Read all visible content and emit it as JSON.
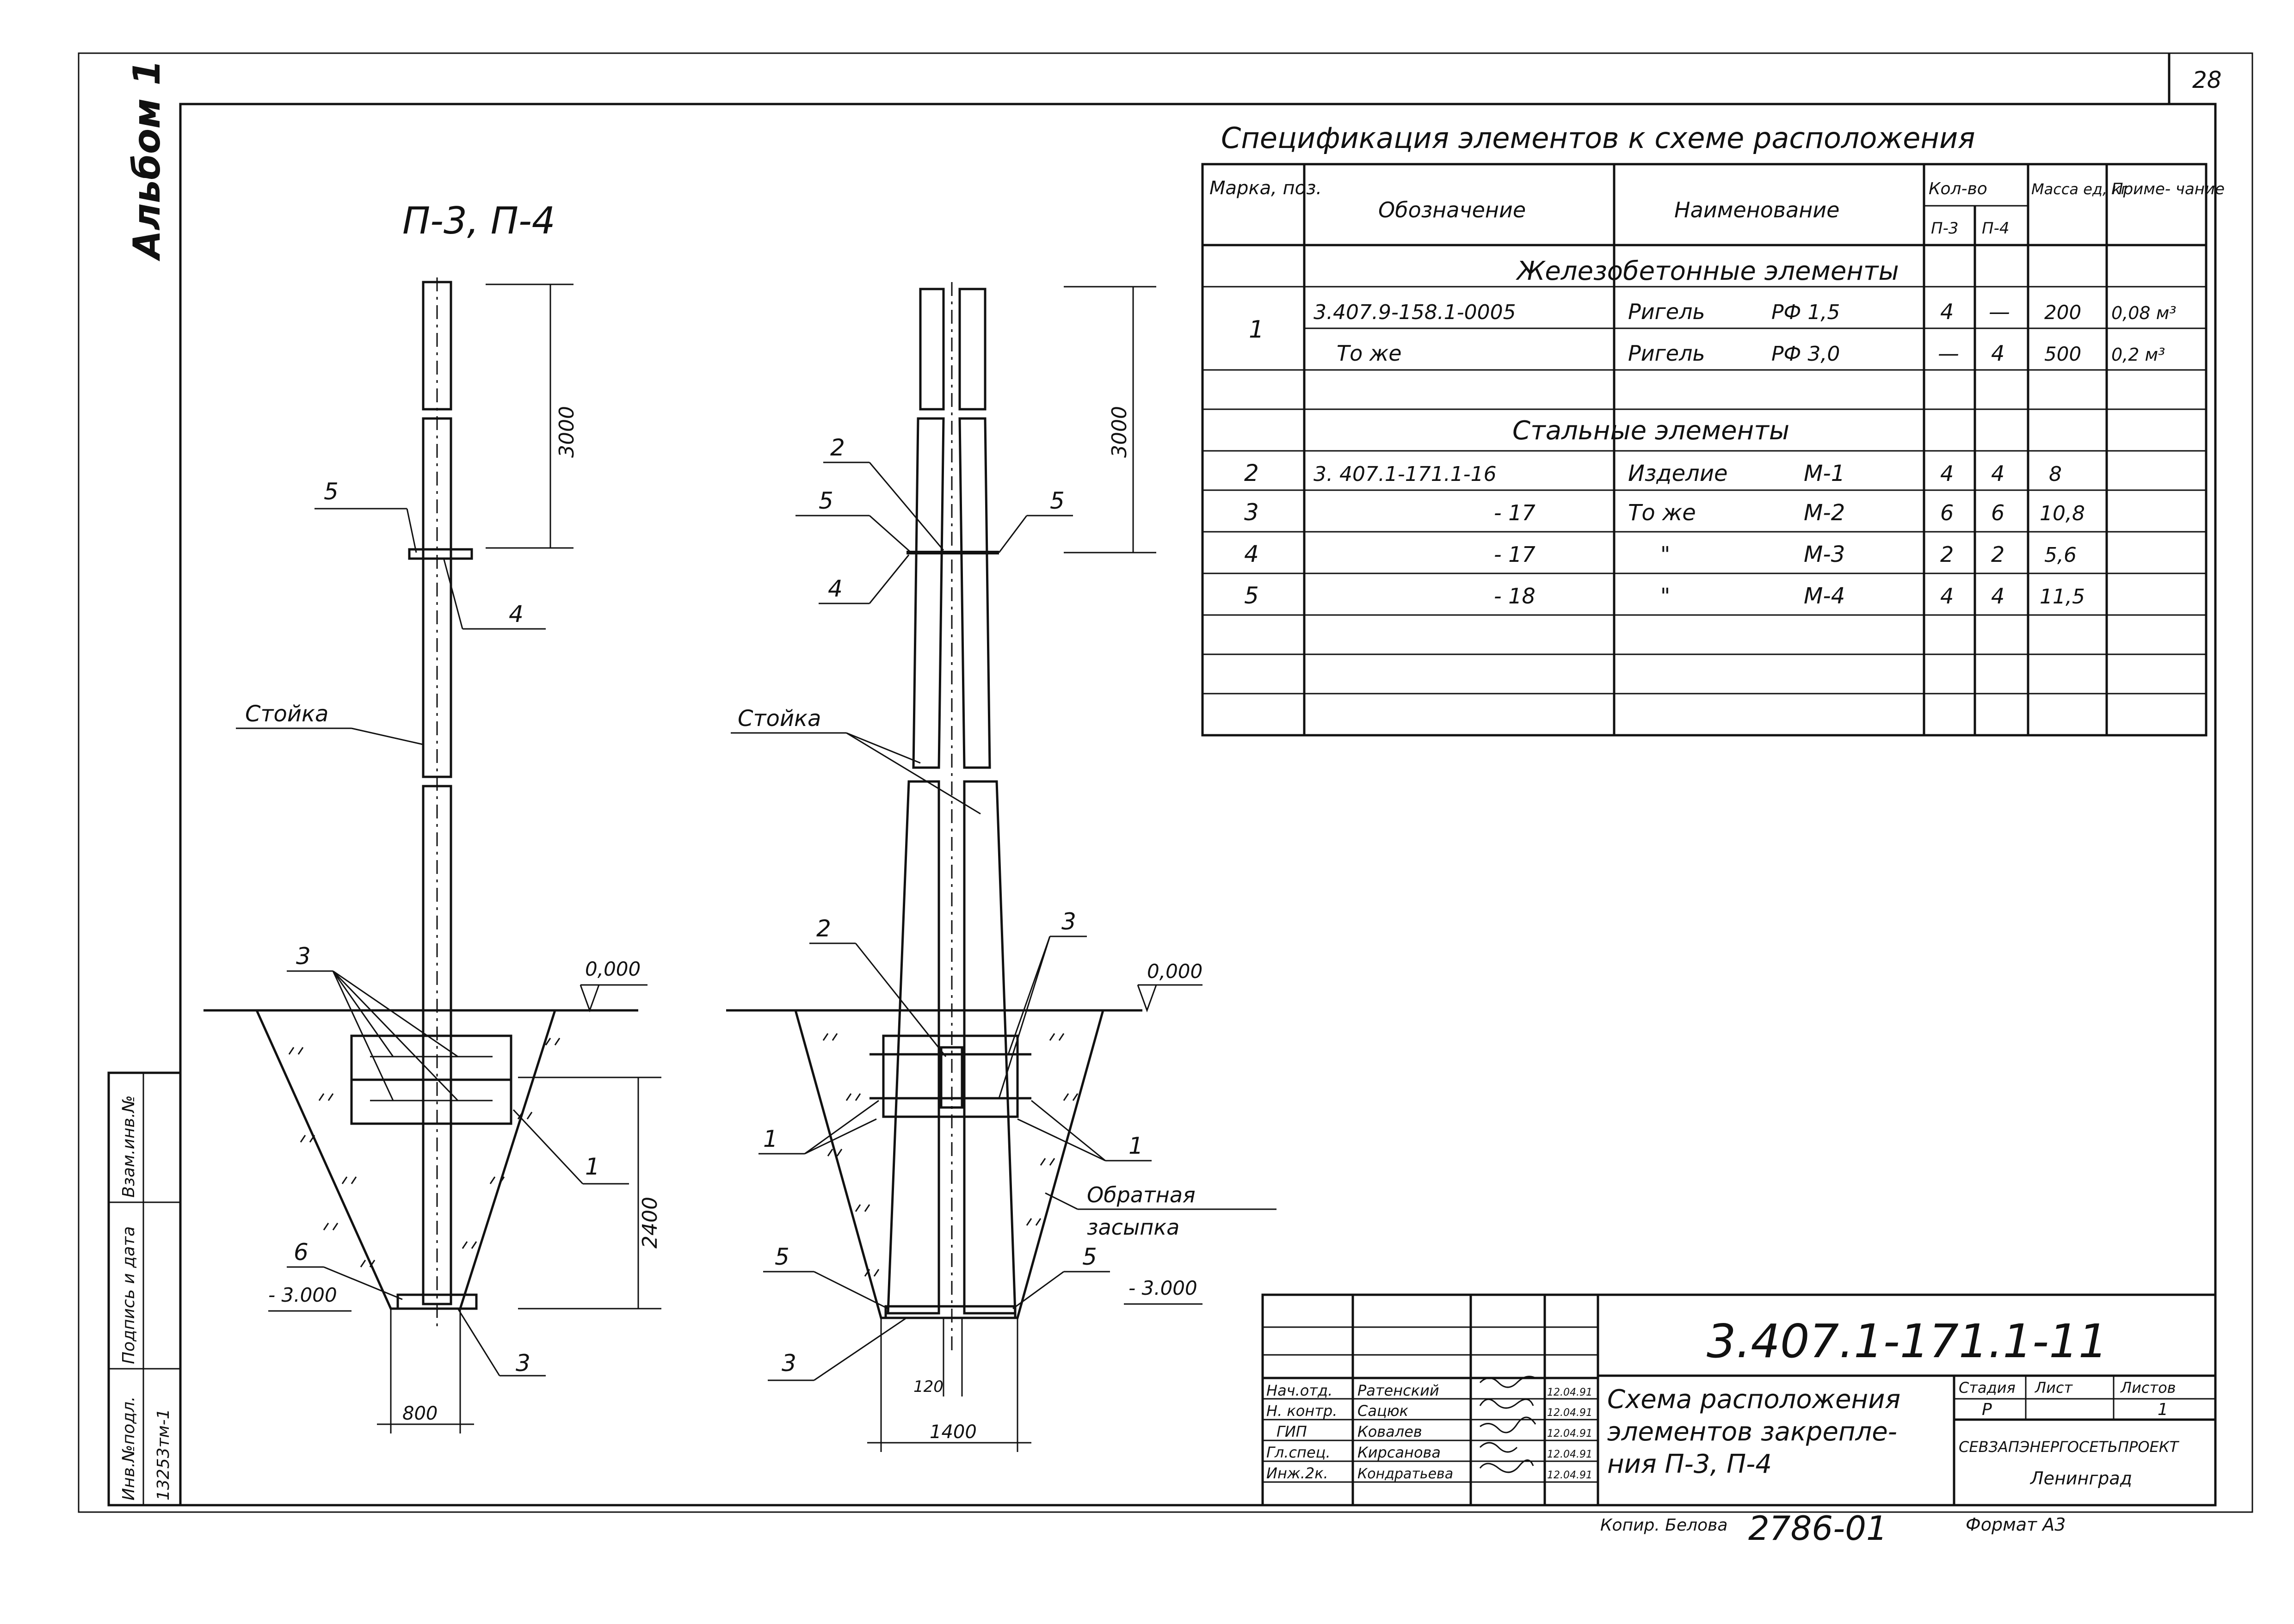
{
  "sheet": {
    "page_number": "28",
    "album_label": "Альбом 1",
    "left_strip": [
      "Инв.№подл.",
      "Подпись и дата",
      "Взам.инв.№"
    ],
    "inv_number": "13253тм-1"
  },
  "drawing": {
    "title": "П-3, П-4",
    "labels": {
      "stoika": "Стойка",
      "backfill_line1": "Обратная",
      "backfill_line2": "засыпка",
      "level_top": "0,000",
      "level_bottom": "- 3.000",
      "dim_3000": "3000",
      "dim_2400": "2400",
      "dim_800": "800",
      "dim_1400": "1400",
      "dim_120": "120"
    },
    "callouts": {
      "n1": "1",
      "n2": "2",
      "n3": "3",
      "n4": "4",
      "n5": "5"
    }
  },
  "spec": {
    "title": "Спецификация элементов к схеме расположения",
    "headers": {
      "mark": "Марка, поз.",
      "designation": "Обозначение",
      "name": "Наименование",
      "qty": "Кол-во",
      "qty_p3": "П-3",
      "qty_p4": "П-4",
      "mass": "Масса ед, кг",
      "note": "Приме- чание"
    },
    "sections": [
      "Железобетонные элементы",
      "Стальные элементы"
    ],
    "rows_concrete": [
      {
        "pos": "1",
        "designation": "3.407.9-158.1-0005",
        "name": "Ригель",
        "type": "РФ 1,5",
        "p3": "4",
        "p4": "—",
        "mass": "200",
        "note": "0,08 м³"
      },
      {
        "pos": "",
        "designation": "То же",
        "name": "Ригель",
        "type": "РФ 3,0",
        "p3": "—",
        "p4": "4",
        "mass": "500",
        "note": "0,2 м³"
      }
    ],
    "rows_steel": [
      {
        "pos": "2",
        "designation": "3. 407.1-171.1-16",
        "name": "Изделие",
        "type": "М-1",
        "p3": "4",
        "p4": "4",
        "mass": "8",
        "note": ""
      },
      {
        "pos": "3",
        "designation": "- 17",
        "name": "То же",
        "type": "М-2",
        "p3": "6",
        "p4": "6",
        "mass": "10,8",
        "note": ""
      },
      {
        "pos": "4",
        "designation": "- 17",
        "name": "\"",
        "type": "М-3",
        "p3": "2",
        "p4": "2",
        "mass": "5,6",
        "note": ""
      },
      {
        "pos": "5",
        "designation": "- 18",
        "name": "\"",
        "type": "М-4",
        "p3": "4",
        "p4": "4",
        "mass": "11,5",
        "note": ""
      }
    ]
  },
  "title_block": {
    "code": "3.407.1-171.1-11",
    "description": [
      "Схема расположения",
      "элементов закрепле-",
      "ния  П-3, П-4"
    ],
    "stage_label": "Стадия",
    "sheet_label": "Лист",
    "sheets_label": "Листов",
    "stage_value": "Р",
    "sheets_value": "1",
    "org": "СЕВЗАПЭНЕРГОСЕТЬПРОЕКТ",
    "city": "Ленинград",
    "roles": [
      {
        "role": "Нач.отд.",
        "name": "Ратенский",
        "date": "12.04.91"
      },
      {
        "role": "Н. контр.",
        "name": "Сацюк",
        "date": "12.04.91"
      },
      {
        "role": "ГИП",
        "name": "Ковалев",
        "date": "12.04.91"
      },
      {
        "role": "Гл.спец.",
        "name": "Кирсанова",
        "date": "12.04.91"
      },
      {
        "role": "Инж.2к.",
        "name": "Кондратьева",
        "date": "12.04.91"
      }
    ],
    "copied_by": "Копир. Белова",
    "copy_number": "2786-01",
    "format": "Формат А3"
  }
}
